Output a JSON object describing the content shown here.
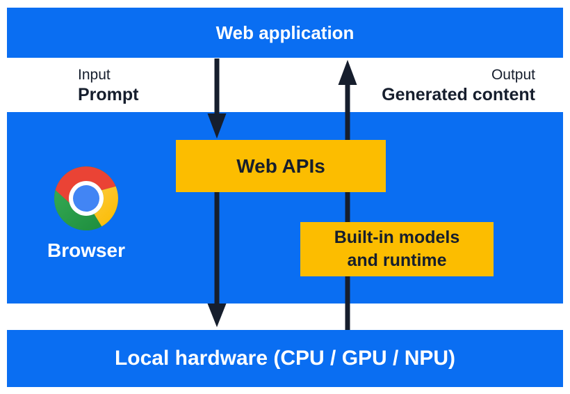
{
  "colors": {
    "panel_blue": "#0a6ef2",
    "box_yellow": "#fcbd00",
    "ink_navy": "#161e2d",
    "text_white": "#ffffff",
    "background": "#ffffff",
    "logo_red": "#ea4335",
    "logo_green_light": "#34a853",
    "logo_green_dark": "#1e8e3e",
    "logo_yellow_light": "#fcc934",
    "logo_yellow": "#fbbc04",
    "logo_blue": "#4285f4"
  },
  "top_bar": {
    "label": "Web application"
  },
  "flow": {
    "input_caption": "Input",
    "input_label": "Prompt",
    "output_caption": "Output",
    "output_label": "Generated content"
  },
  "browser": {
    "label": "Browser",
    "icon": "chrome-logo"
  },
  "web_apis_box": {
    "label": "Web APIs"
  },
  "builtin_box": {
    "line1": "Built-in models",
    "line2": "and runtime"
  },
  "bottom_bar": {
    "label": "Local hardware (CPU / GPU / NPU)"
  },
  "arrows": {
    "down": "prompt-down-arrow",
    "up": "generated-content-up-arrow"
  }
}
